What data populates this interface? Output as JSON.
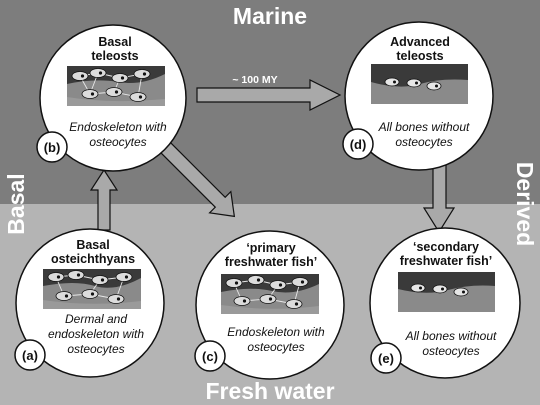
{
  "regions": {
    "top_label": "Marine",
    "bottom_label": "Fresh water",
    "left_label": "Basal",
    "right_label": "Derived"
  },
  "arrow_labels": {
    "b_to_d": "~ 100 MY"
  },
  "nodes": {
    "a": {
      "letter": "(a)",
      "title_line1": "Basal",
      "title_line2": "osteichthyans",
      "desc_line1": "Dermal and",
      "desc_line2": "endoskeleton with",
      "desc_line3": "osteocytes"
    },
    "b": {
      "letter": "(b)",
      "title_line1": "Basal",
      "title_line2": "teleosts",
      "desc_line1": "Endoskeleton with",
      "desc_line2": "osteocytes"
    },
    "c": {
      "letter": "(c)",
      "title_line1": "‘primary",
      "title_line2": "freshwater fish’",
      "desc_line1": "Endoskeleton with",
      "desc_line2": "osteocytes"
    },
    "d": {
      "letter": "(d)",
      "title_line1": "Advanced",
      "title_line2": "teleosts",
      "desc_line1": "All bones without",
      "desc_line2": "osteocytes"
    },
    "e": {
      "letter": "(e)",
      "title_line1": "‘secondary",
      "title_line2": "freshwater fish’",
      "desc_line1": "All bones without",
      "desc_line2": "osteocytes"
    }
  },
  "colors": {
    "marine_bg": "#7d7d7d",
    "freshwater_bg": "#b4b4b4",
    "circle_fill": "#ffffff",
    "arrow_fill": "#a9a9a9",
    "tissue_dark": "#3a3a3a",
    "tissue_mid": "#808080",
    "cell_fill": "#d8d8d8"
  }
}
